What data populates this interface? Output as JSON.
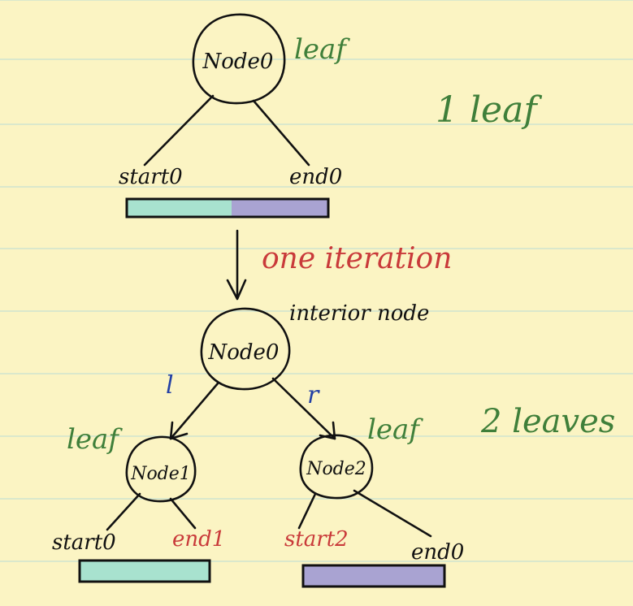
{
  "colors": {
    "paper": "#fbf4c3",
    "rule_line": "#cfe3cf",
    "ink": "#111111",
    "green_note": "#3f7f3a",
    "red_note": "#c93a3a",
    "blue_note": "#2340a5",
    "bar_teal": "#a8e2cf",
    "bar_purple": "#a9a3d2"
  },
  "before": {
    "root": {
      "label": "Node0",
      "note": "leaf"
    },
    "start_label": "start0",
    "end_label": "end0",
    "leaf_count": "1 leaf"
  },
  "transition": {
    "label": "one iteration"
  },
  "after": {
    "root": {
      "label": "Node0",
      "note": "interior node"
    },
    "left_edge_label": "l",
    "right_edge_label": "r",
    "left_child": {
      "label": "Node1",
      "note": "leaf"
    },
    "right_child": {
      "label": "Node2",
      "note": "leaf"
    },
    "left_start_label": "start0",
    "left_end_label": "end1",
    "right_start_label": "start2",
    "right_end_label": "end0",
    "leaf_count": "2 leaves"
  }
}
